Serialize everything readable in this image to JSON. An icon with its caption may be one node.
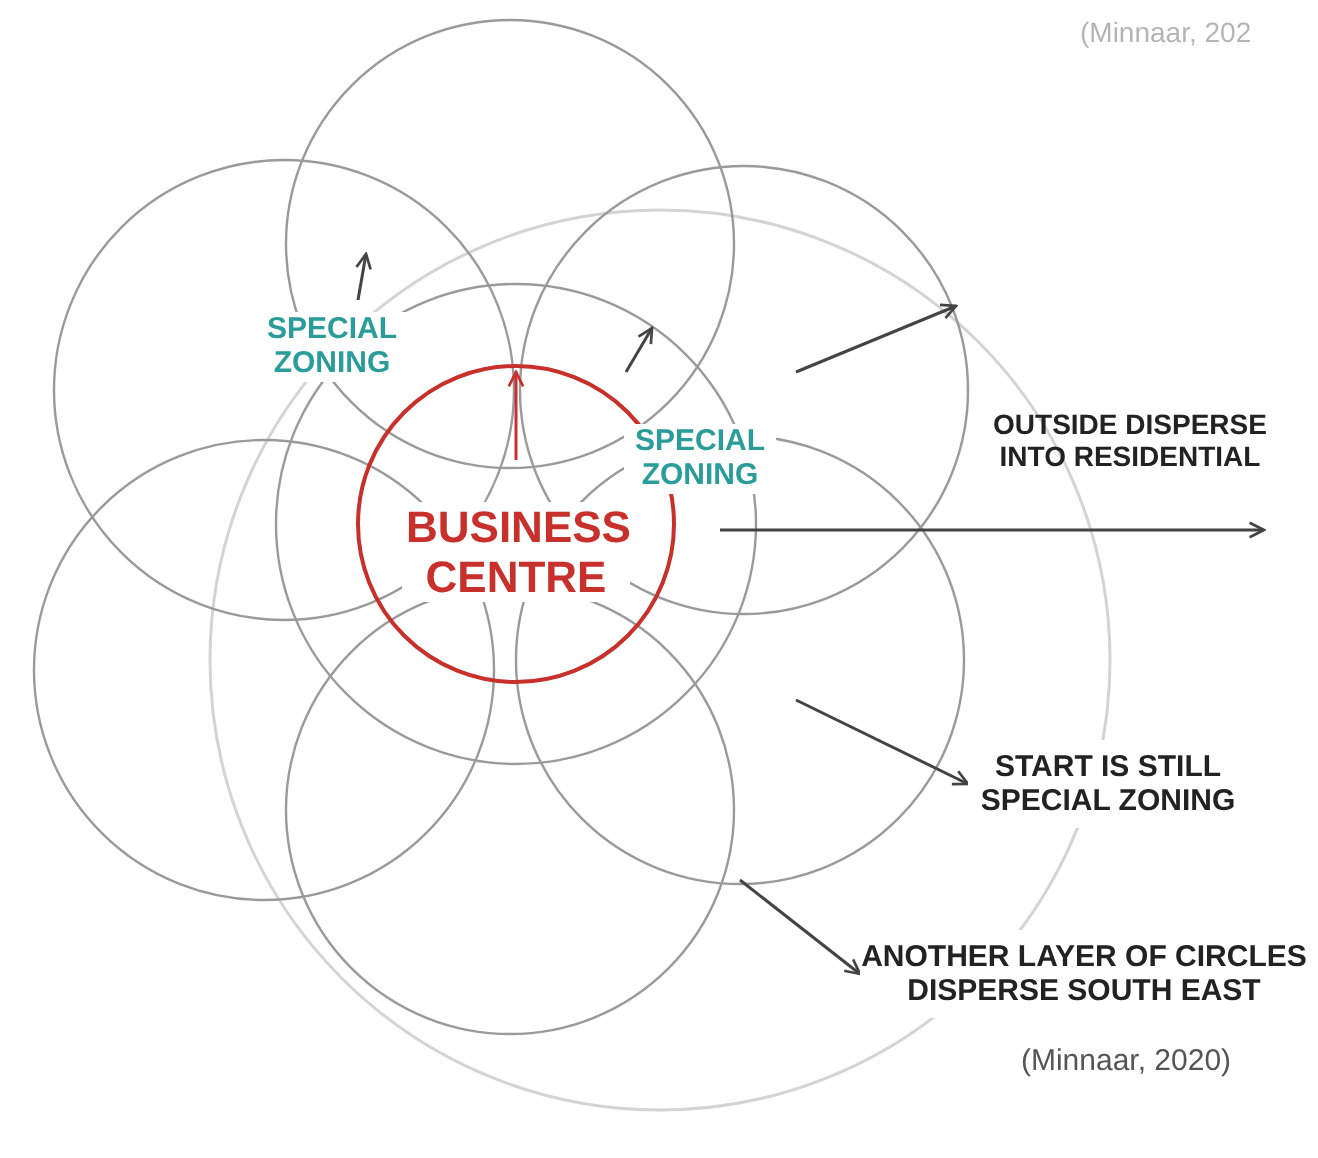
{
  "diagram": {
    "nodes": [
      {
        "text": [
          "BUSINESS CENTRE"
        ]
      },
      {
        "text": [
          "START IS STILL SPECIAL ZONING"
        ]
      },
      {
        "text": [
          "ANOTHER LAYER OF CIRCLES DISPERSE SOUTH EAST"
        ]
      }
    ],
    "edges": [
      {
        "from": null,
        "to": 1,
        "arrow": "to"
      },
      {
        "from": null,
        "to": 2,
        "arrow": "to"
      }
    ],
    "labels": [
      "(Minnaar, 202",
      "SPECIAL ZONING",
      "SPECIAL ZONING",
      "OUTSIDE DISPERSE INTO RESIDENTIAL",
      "(Minnaar, 2020)"
    ]
  }
}
